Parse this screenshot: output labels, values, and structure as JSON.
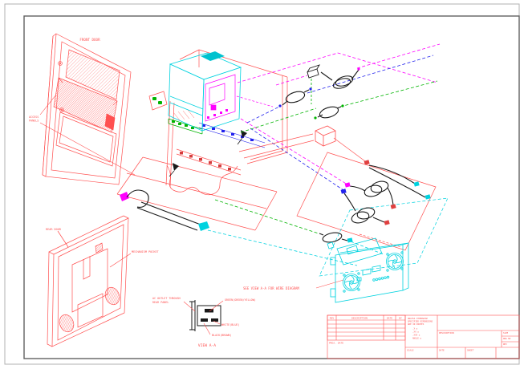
{
  "drawing": {
    "type": "isometric-wiring-assembly-diagram",
    "colors": {
      "red": "#ff5050",
      "cyan": "#00d2df",
      "magenta": "#ff00ff",
      "blue": "#2222ee",
      "green": "#00b400",
      "black": "#1a1a1a",
      "border_outer": "#b0b0b0",
      "border_inner": "#606060"
    },
    "labels": {
      "front_door": "FRONT DOOR",
      "access_panels_1": "ACCESS",
      "access_panels_2": "PANELS",
      "rear_door": "REAR DOOR",
      "mechanism_pocket": "MECHANISM POCKET",
      "see_view": "SEE VIEW A-A FOR WIRE DIAGRAM",
      "ac_outlet_1": "AC OUTLET THROUGH",
      "ac_outlet_2": "REAR PANEL",
      "wire_green": "GREEN(GREEN/YELLOW)",
      "wire_white": "WHITE(BLUE)",
      "wire_black": "BLACK(BROWN)",
      "view_caption": "VIEW A-A"
    },
    "title_block": {
      "rev_headers": [
        "REV",
        "DESCRIPTION",
        "DATE",
        "BY"
      ],
      "proj_date": "PROJ. DATE",
      "tolerance": [
        "UNLESS OTHERWISE",
        "SPECIFIED DIMENSIONS",
        "ARE IN INCHES",
        ".X   ±",
        ".XX  ±",
        ".XXX ±",
        "ANGLE ±"
      ],
      "description_label": "DESCRIPTION",
      "size_label": "SIZE",
      "dwg_label": "DWG NO",
      "rev_label": "REV",
      "scale_label": "SCALE",
      "date_label": "DATE",
      "sheet_label": "SHEET"
    }
  }
}
